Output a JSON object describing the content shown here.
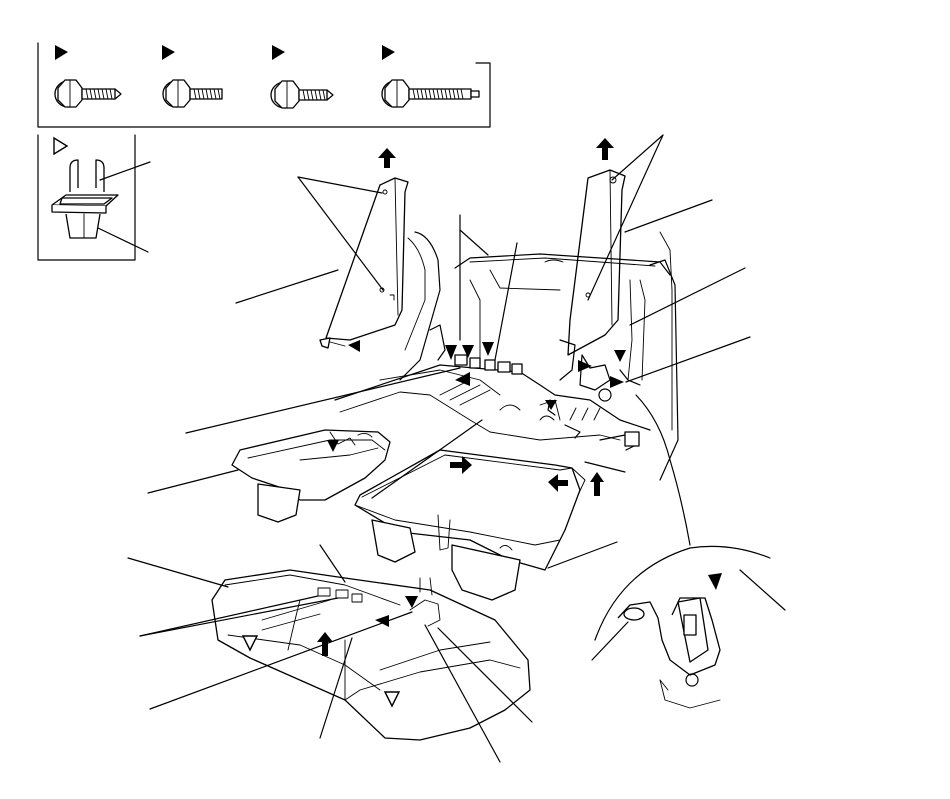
{
  "figure": {
    "legend_fasteners": [
      {
        "marker": "filled-triangle",
        "icon": "flange-bolt-icon",
        "variant": "self-tapping"
      },
      {
        "marker": "filled-triangle",
        "icon": "flange-bolt-icon",
        "variant": "machine-thread"
      },
      {
        "marker": "filled-triangle",
        "icon": "flange-bolt-icon",
        "variant": "short-tapping"
      },
      {
        "marker": "filled-triangle",
        "icon": "flange-bolt-icon",
        "variant": "long-thread"
      }
    ],
    "clip_inset": {
      "marker": "outline-triangle",
      "icon": "clip-detail-icon"
    },
    "colors": {
      "line": "#000000",
      "background": "#ffffff"
    }
  }
}
